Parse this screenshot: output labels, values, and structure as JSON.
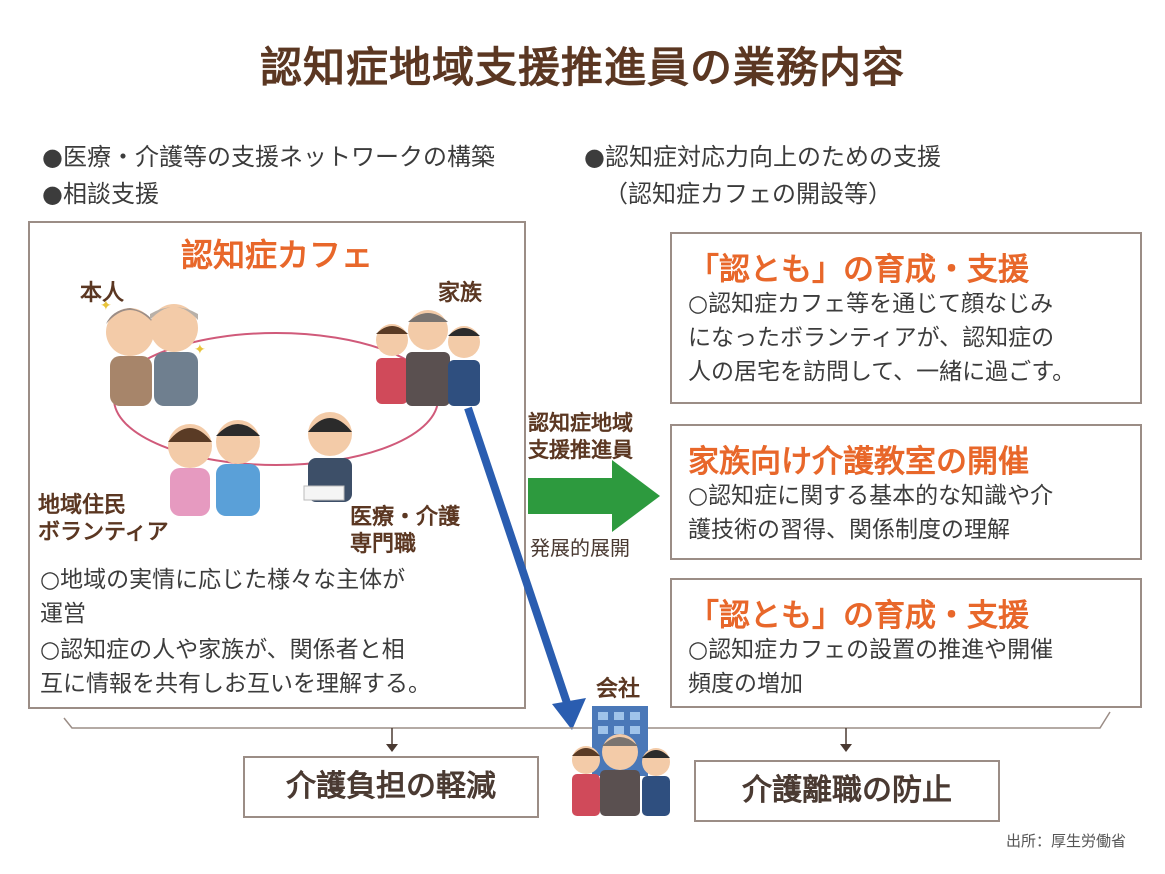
{
  "title": "認知症地域支援推進員の業務内容",
  "bullets": {
    "b1": "●医療・介護等の支援ネットワークの構築",
    "b2": "●相談支援",
    "b3": "●認知症対応力向上のための支援",
    "b3_sub": "（認知症カフェの開設等）"
  },
  "cafe": {
    "heading": "認知症カフェ",
    "label_self": "本人",
    "label_family": "家族",
    "label_volunteer_1": "地域住民",
    "label_volunteer_2": "ボランティア",
    "label_medical_1": "医療・介護",
    "label_medical_2": "専門職",
    "text1a": "○地域の実情に応じた様々な主体が",
    "text1b": "運営",
    "text2a": "○認知症の人や家族が、関係者と相",
    "text2b": "互に情報を共有しお互いを理解する。"
  },
  "arrow": {
    "label_1": "認知症地域",
    "label_2": "支援推進員",
    "caption": "発展的展開",
    "company": "会社"
  },
  "panels": [
    {
      "heading": "「認とも」の育成・支援",
      "lines": [
        "○認知症カフェ等を通じて顔なじみ",
        "になったボランティアが、認知症の",
        "人の居宅を訪問して、一緒に過ごす。"
      ]
    },
    {
      "heading": "家族向け介護教室の開催",
      "lines": [
        "○認知症に関する基本的な知識や介",
        "護技術の習得、関係制度の理解"
      ]
    },
    {
      "heading": "「認とも」の育成・支援",
      "lines": [
        "○認知症カフェの設置の推進や開催",
        "頻度の増加"
      ]
    }
  ],
  "results": {
    "left": "介護負担の軽減",
    "right": "介護離職の防止"
  },
  "source": "出所：厚生労働省",
  "colors": {
    "title": "#5b3722",
    "accent": "#e8672a",
    "green_arrow": "#2d9a3e",
    "blue_arrow": "#2a5db0"
  }
}
